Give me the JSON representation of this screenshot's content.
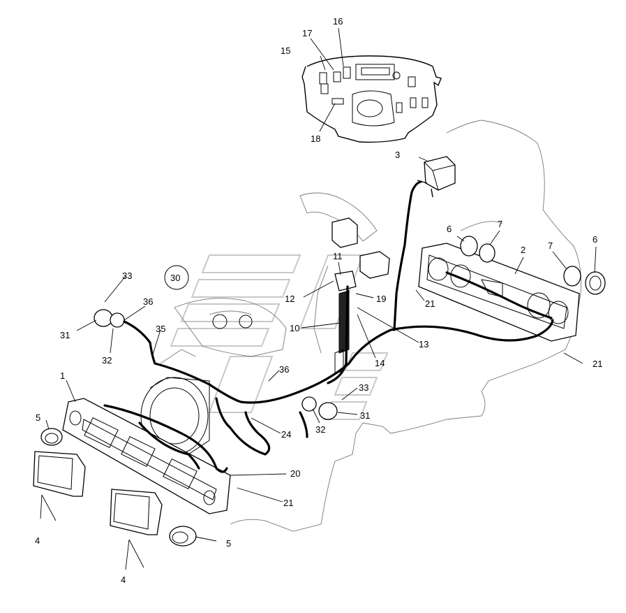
{
  "callouts": [
    {
      "id": "c1",
      "text": "1"
    },
    {
      "id": "c2",
      "text": "2"
    },
    {
      "id": "c3",
      "text": "3"
    },
    {
      "id": "c4a",
      "text": "4"
    },
    {
      "id": "c4b",
      "text": "4"
    },
    {
      "id": "c5a",
      "text": "5"
    },
    {
      "id": "c5b",
      "text": "5"
    },
    {
      "id": "c6a",
      "text": "6"
    },
    {
      "id": "c6b",
      "text": "6"
    },
    {
      "id": "c7a",
      "text": "7"
    },
    {
      "id": "c7b",
      "text": "7"
    },
    {
      "id": "c10",
      "text": "10"
    },
    {
      "id": "c11",
      "text": "11"
    },
    {
      "id": "c12",
      "text": "12"
    },
    {
      "id": "c13",
      "text": "13"
    },
    {
      "id": "c14",
      "text": "14"
    },
    {
      "id": "c15",
      "text": "15"
    },
    {
      "id": "c16",
      "text": "16"
    },
    {
      "id": "c17",
      "text": "17"
    },
    {
      "id": "c18",
      "text": "18"
    },
    {
      "id": "c19",
      "text": "19"
    },
    {
      "id": "c20",
      "text": "20"
    },
    {
      "id": "c21a",
      "text": "21"
    },
    {
      "id": "c21b",
      "text": "21"
    },
    {
      "id": "c21c",
      "text": "21"
    },
    {
      "id": "c24",
      "text": "24"
    },
    {
      "id": "c30",
      "text": "30"
    },
    {
      "id": "c31a",
      "text": "31"
    },
    {
      "id": "c31b",
      "text": "31"
    },
    {
      "id": "c32a",
      "text": "32"
    },
    {
      "id": "c32b",
      "text": "32"
    },
    {
      "id": "c33a",
      "text": "33"
    },
    {
      "id": "c33b",
      "text": "33"
    },
    {
      "id": "c35",
      "text": "35"
    },
    {
      "id": "c36a",
      "text": "36"
    },
    {
      "id": "c36b",
      "text": "36"
    }
  ]
}
